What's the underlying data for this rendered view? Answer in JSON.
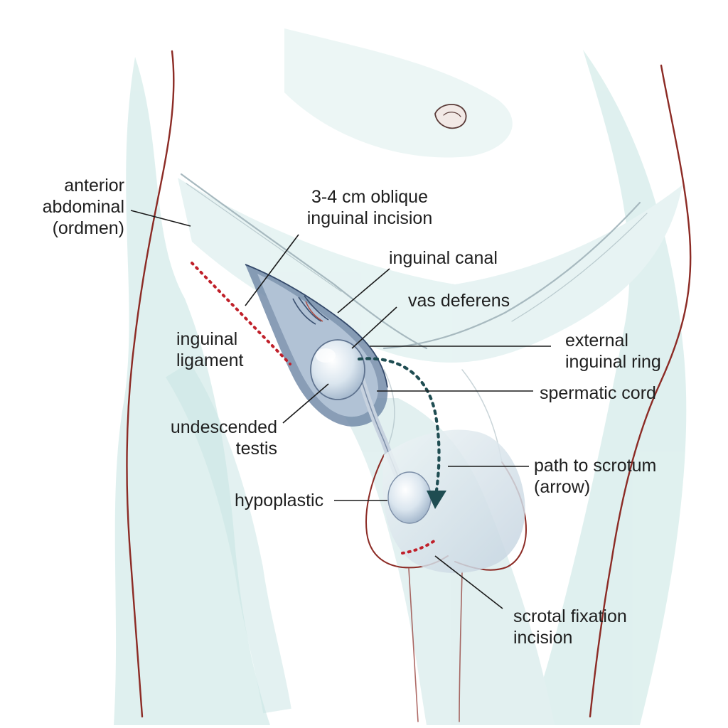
{
  "labels": {
    "anterior_abdominal": {
      "line1": "anterior",
      "line2": "abdominal",
      "line3": "(ordmen)"
    },
    "oblique_incision": {
      "line1": "3-4 cm oblique",
      "line2": "inguinal incision"
    },
    "inguinal_canal": {
      "text": "inguinal canal"
    },
    "vas_deferens": {
      "text": "vas deferens"
    },
    "inguinal_ligament": {
      "line1": "inguinal",
      "line2": "ligament"
    },
    "external_inguinal_ring": {
      "line1": "external",
      "line2": "inguinal ring"
    },
    "spermatic_cord": {
      "text": "spermatic cord"
    },
    "undescended_testis": {
      "line1": "undescended",
      "line2": "testis"
    },
    "path_to_scrotum": {
      "line1": "path to scrotum",
      "line2": "(arrow)"
    },
    "hypoplastic": {
      "text": "hypoplastic"
    },
    "scrotal_fixation_incision": {
      "line1": "scrotal fixation",
      "line2": "incision"
    }
  },
  "colors": {
    "wash": "#cfe8e6",
    "wash_dark": "#a8d3d0",
    "outline": "#8c2b25",
    "canal": "#4f6f93",
    "incision_dots": "#c0202a",
    "path_arrow": "#1f4d52",
    "leader_line": "#1a1a1a",
    "label_text": "#1f1f1f"
  }
}
